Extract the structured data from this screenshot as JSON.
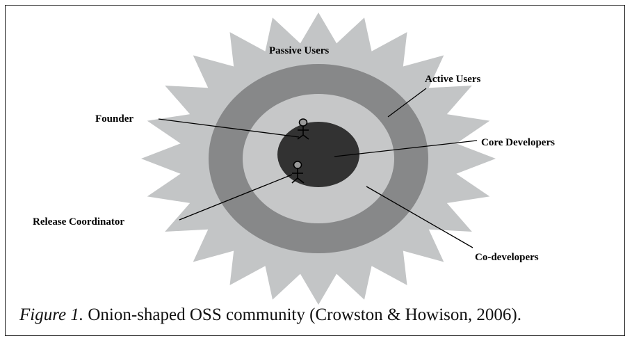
{
  "diagram": {
    "rings": [
      {
        "name": "outer-star",
        "label": "Passive Users",
        "color": "#c3c5c6"
      },
      {
        "name": "ring-active",
        "label": "Active Users",
        "color": "#878889"
      },
      {
        "name": "ring-codev",
        "label": "Co-developers",
        "color": "#c6c7c8"
      },
      {
        "name": "core",
        "label": "Core Developers",
        "color": "#323232"
      }
    ],
    "labels": {
      "passive_users": "Passive Users",
      "active_users": "Active Users",
      "founder": "Founder",
      "core_developers": "Core Developers",
      "release_coordinator": "Release Coordinator",
      "co_developers": "Co-developers"
    }
  },
  "caption": {
    "figure_label": "Figure 1.",
    "text": " Onion-shaped OSS community (Crowston & Howison, 2006)."
  }
}
